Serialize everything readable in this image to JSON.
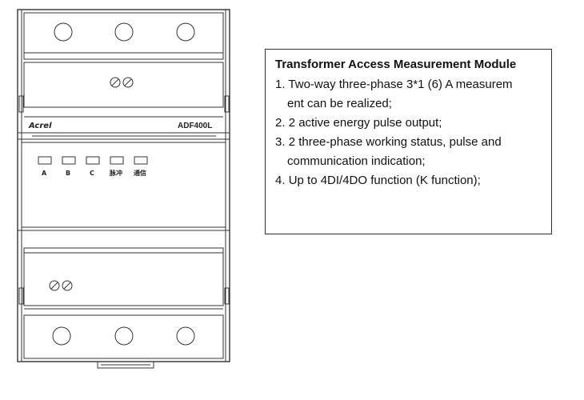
{
  "device": {
    "brand": "Acrel",
    "model": "ADF400L",
    "indicators": [
      "A",
      "B",
      "C",
      "脉冲",
      "通信"
    ]
  },
  "description": {
    "title": "Transformer Access Measurement Module",
    "items": [
      {
        "num": "1.",
        "line1": "Two-way three-phase 3*1 (6) A measurem",
        "line2": "ent can be realized;"
      },
      {
        "num": "2.",
        "line1": "2 active energy pulse output;",
        "line2": ""
      },
      {
        "num": "3.",
        "line1": "2 three-phase working status, pulse and",
        "line2": "communication indication;"
      },
      {
        "num": "4.",
        "line1": "Up to 4DI/4DO function (K function);",
        "line2": ""
      }
    ]
  }
}
